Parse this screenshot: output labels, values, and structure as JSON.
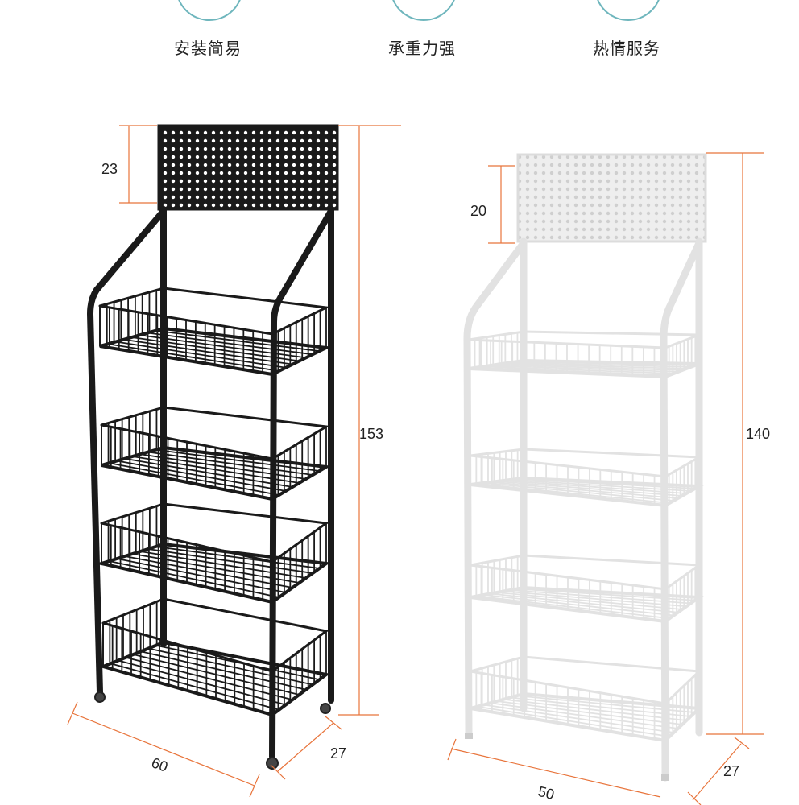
{
  "features": [
    {
      "label": "安装简易"
    },
    {
      "label": "承重力强"
    },
    {
      "label": "热情服务"
    }
  ],
  "black_rack": {
    "color": "#1a1a1a",
    "dims": {
      "header": "23",
      "height": "153",
      "width": "60",
      "depth": "27"
    }
  },
  "white_rack": {
    "color": "#e6e6e6",
    "dims": {
      "header": "20",
      "height": "140",
      "width": "50",
      "depth": "27"
    }
  },
  "dim_color": "#e8743b"
}
